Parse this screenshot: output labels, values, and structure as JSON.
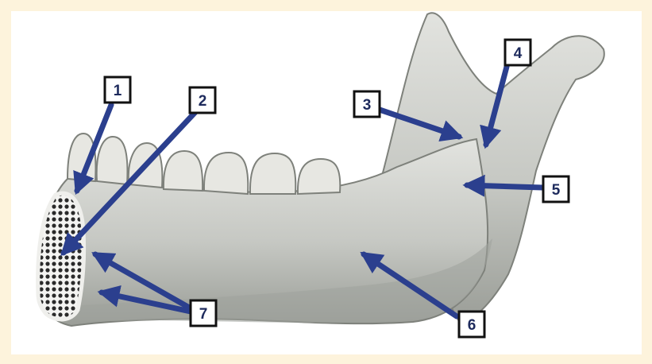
{
  "figure": {
    "subject-icon": "mandible-bone-lateral-view",
    "colors": {
      "background": "#fdf3dc",
      "panel": "#ffffff",
      "bone": "#c9cbc6",
      "bone_shadow": "#8d908a",
      "arrow": "#2b3f8e",
      "label_border": "#111111",
      "label_text": "#1d2a5c"
    }
  },
  "labels": [
    {
      "id": "1",
      "text": "1"
    },
    {
      "id": "2",
      "text": "2"
    },
    {
      "id": "3",
      "text": "3"
    },
    {
      "id": "4",
      "text": "4"
    },
    {
      "id": "5",
      "text": "5"
    },
    {
      "id": "6",
      "text": "6"
    },
    {
      "id": "7",
      "text": "7"
    }
  ]
}
